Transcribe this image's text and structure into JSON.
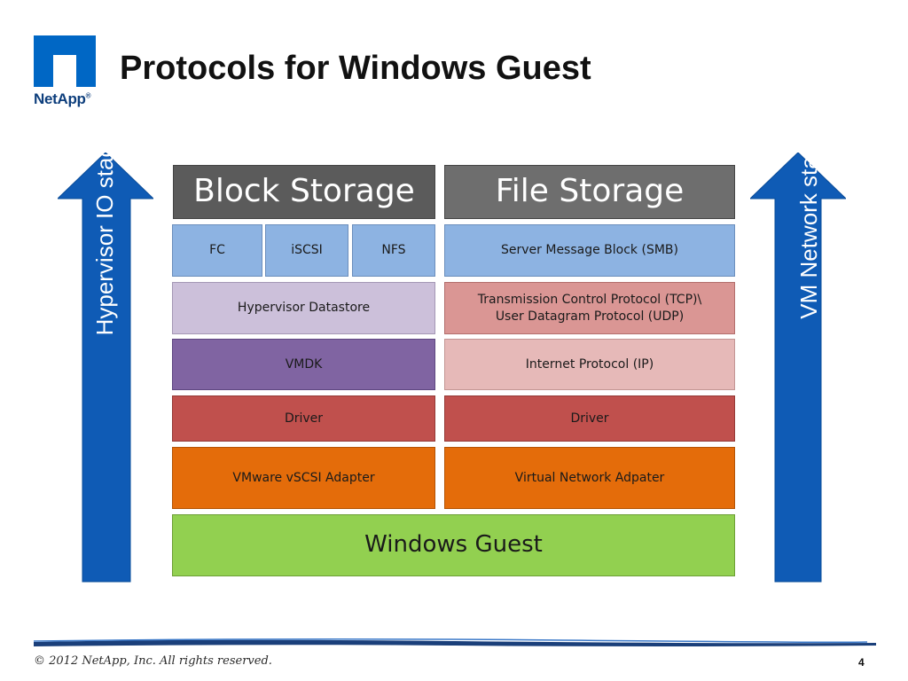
{
  "logo": {
    "text": "NetApp",
    "trademark": "®"
  },
  "slide": {
    "title": "Protocols for Windows Guest"
  },
  "arrows": {
    "left_label": "Hypervisor IO stack",
    "right_label": "VM Network stack",
    "color": "#1565c0"
  },
  "block_storage": {
    "header": "Block Storage",
    "protocols": [
      "FC",
      "iSCSI",
      "NFS"
    ],
    "datastore": "Hypervisor Datastore",
    "vmdk": "VMDK",
    "driver": "Driver",
    "adapter": "VMware vSCSI Adapter"
  },
  "file_storage": {
    "header": "File Storage",
    "smb": "Server Message Block (SMB)",
    "tcp_udp_line1": "Transmission Control Protocol (TCP)\\",
    "tcp_udp_line2": "User Datagram Protocol (UDP)",
    "ip": "Internet Protocol (IP)",
    "driver": "Driver",
    "adapter": "Virtual Network Adpater"
  },
  "base": {
    "label": "Windows Guest"
  },
  "footer": {
    "copyright": "© 2012 NetApp, Inc. All rights reserved.",
    "page_number": "4"
  }
}
